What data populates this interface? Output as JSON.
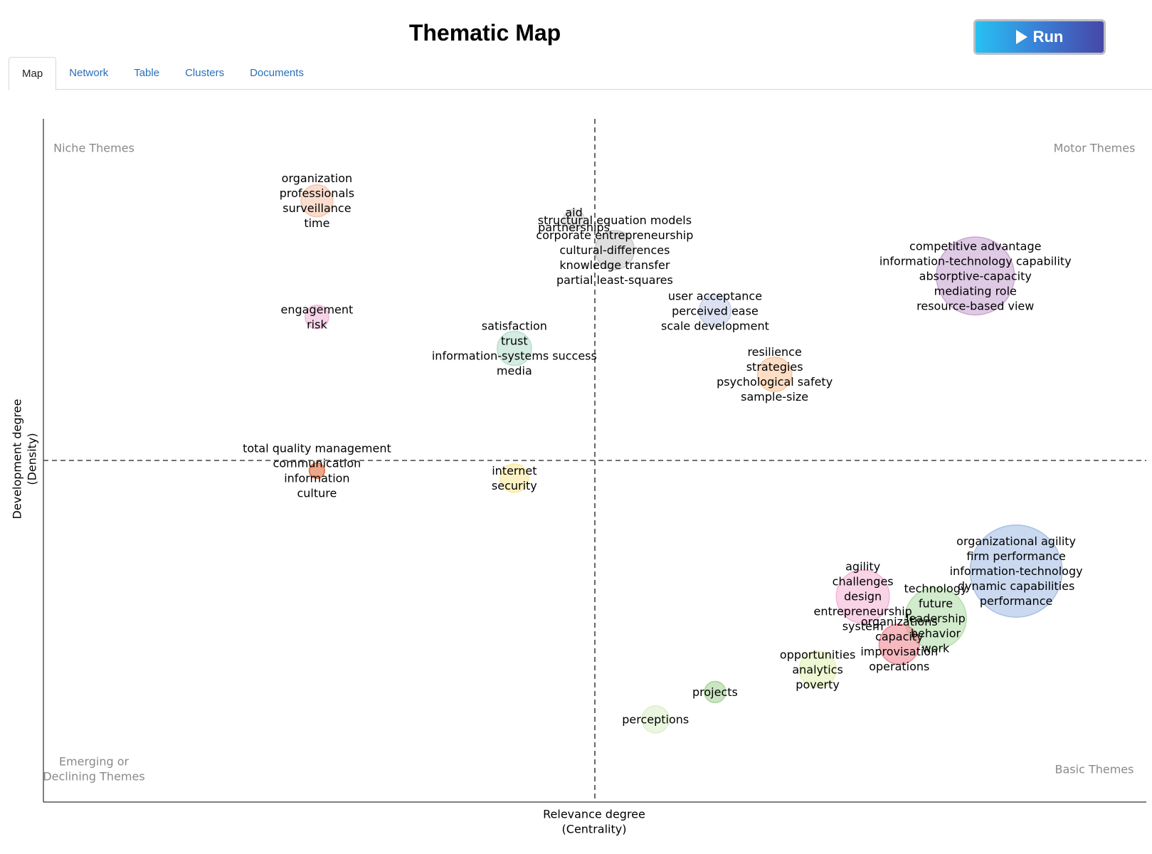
{
  "header": {
    "title": "Thematic Map",
    "run_label": "Run"
  },
  "tabs": [
    {
      "label": "Map",
      "active": true
    },
    {
      "label": "Network",
      "active": false
    },
    {
      "label": "Table",
      "active": false
    },
    {
      "label": "Clusters",
      "active": false
    },
    {
      "label": "Documents",
      "active": false
    }
  ],
  "chart_data": {
    "type": "scatter",
    "title": "",
    "xlabel": [
      "Relevance degree",
      "(Centrality)"
    ],
    "ylabel": [
      "Development degree",
      "(Density)"
    ],
    "xlim": [
      0,
      100
    ],
    "ylim": [
      0,
      100
    ],
    "x_divider": 50,
    "y_divider": 50,
    "grid": false,
    "quadrant_labels": {
      "top_left": [
        "Niche Themes"
      ],
      "top_right": [
        "Motor Themes"
      ],
      "bottom_left": [
        "Emerging or",
        "Declining Themes"
      ],
      "bottom_right": [
        "Basic Themes"
      ]
    },
    "clusters": [
      {
        "x": 24.8,
        "y": 88.0,
        "size": 27,
        "color": "#f7c6ad",
        "labels": [
          "organization",
          "professionals",
          "surveillance",
          "time"
        ]
      },
      {
        "x": 24.8,
        "y": 71.0,
        "size": 20,
        "color": "#f0b8d8",
        "labels": [
          "engagement",
          "risk"
        ]
      },
      {
        "x": 24.8,
        "y": 48.5,
        "size": 13,
        "color": "#e06a3a",
        "labels": [
          "total quality management",
          "communication",
          "information",
          "culture"
        ]
      },
      {
        "x": 48.1,
        "y": 85.2,
        "size": 18,
        "color": "#d6d6d6",
        "labels": [
          "aid",
          "partnerships"
        ]
      },
      {
        "x": 51.8,
        "y": 80.8,
        "size": 33,
        "color": "#c9c9c9",
        "labels": [
          "structural equation models",
          "corporate entrepreneurship",
          "cultural-differences",
          "knowledge transfer",
          "partial least-squares"
        ]
      },
      {
        "x": 42.7,
        "y": 66.4,
        "size": 29,
        "color": "#b7e0cf",
        "labels": [
          "satisfaction",
          "trust",
          "information-systems success",
          "media"
        ]
      },
      {
        "x": 42.7,
        "y": 47.4,
        "size": 24,
        "color": "#fbea9f",
        "labels": [
          "internet",
          "security"
        ]
      },
      {
        "x": 60.9,
        "y": 71.9,
        "size": 27,
        "color": "#c5cde9",
        "labels": [
          "user acceptance",
          "perceived ease",
          "scale development"
        ]
      },
      {
        "x": 66.3,
        "y": 62.6,
        "size": 29,
        "color": "#fbc89e",
        "labels": [
          "resilience",
          "strategies",
          "psychological safety",
          "sample-size"
        ]
      },
      {
        "x": 84.5,
        "y": 77.0,
        "size": 66,
        "color": "#caa6d4",
        "labels": [
          "competitive advantage",
          "information-technology capability",
          "absorptive-capacity",
          "mediating role",
          "resource-based view"
        ]
      },
      {
        "x": 88.2,
        "y": 33.8,
        "size": 78,
        "color": "#a7c0e4",
        "labels": [
          "organizational agility",
          "firm performance",
          "information-technology",
          "dynamic capabilities",
          "performance"
        ]
      },
      {
        "x": 80.9,
        "y": 26.9,
        "size": 52,
        "color": "#b4deab",
        "labels": [
          "technology",
          "future",
          "leadership",
          "behavior",
          "work"
        ]
      },
      {
        "x": 74.3,
        "y": 30.1,
        "size": 45,
        "color": "#f5b6d6",
        "labels": [
          "agility",
          "challenges",
          "design",
          "entrepreneurship",
          "system"
        ]
      },
      {
        "x": 77.6,
        "y": 23.1,
        "size": 34,
        "color": "#ee8a94",
        "labels": [
          "organizations",
          "capacity",
          "improvisation",
          "operations"
        ]
      },
      {
        "x": 70.2,
        "y": 19.4,
        "size": 31,
        "color": "#e2f1b6",
        "labels": [
          "opportunities",
          "analytics",
          "poverty"
        ]
      },
      {
        "x": 60.9,
        "y": 16.1,
        "size": 18,
        "color": "#a7d49b",
        "labels": [
          "projects"
        ]
      },
      {
        "x": 55.5,
        "y": 12.1,
        "size": 23,
        "color": "#ddf0cc",
        "labels": [
          "perceptions"
        ]
      }
    ]
  }
}
